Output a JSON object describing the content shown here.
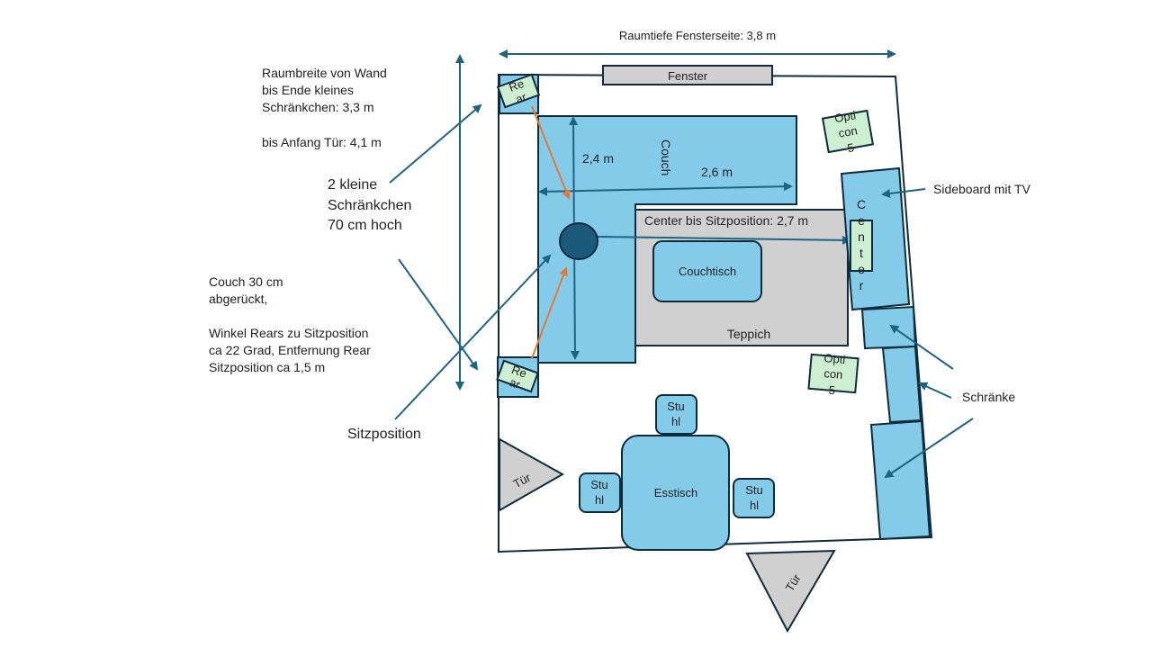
{
  "title": "Raumplan Wohnzimmer mit Lautsprecheraufstellung",
  "colors": {
    "furniture": "#84cbea",
    "speaker": "#cdeed0",
    "rug_window_door": "#d0d0d0",
    "outline": "#0e2c3d",
    "arrow_blue": "#1f6384",
    "arrow_orange": "#e07a3a",
    "seat": "#1c5a7c"
  },
  "dimensions": {
    "room_depth_window_side": "Raumtiefe Fensterseite: 3,8 m",
    "couch_vertical": "2,4 m",
    "couch_horizontal": "2,6 m",
    "center_to_seat": "Center bis Sitzposition: 2,7 m"
  },
  "annotations": {
    "room_width": [
      "Raumbreite von Wand",
      "bis Ende kleines",
      "Schränkchen: 3,3  m",
      "",
      "bis Anfang Tür: 4,1 m"
    ],
    "small_cabinets": [
      "2 kleine",
      "Schränkchen",
      "70 cm hoch"
    ],
    "couch_notes": [
      "Couch 30 cm",
      "abgerückt,",
      "",
      "Winkel Rears zu Sitzposition",
      "ca 22 Grad, Entfernung Rear",
      "Sitzposition ca 1,5 m"
    ],
    "seat_position": "Sitzposition",
    "sideboard": "Sideboard mit TV",
    "cabinets": "Schränke"
  },
  "objects": {
    "window": "Fenster",
    "couch": "Couch",
    "rug": "Teppich",
    "coffee_table": "Couchtisch",
    "dining_table": "Esstisch",
    "chair_lines": [
      "Stu",
      "hl"
    ],
    "door": "Tür",
    "rear_lines": [
      "Re",
      "ar"
    ],
    "opticon_lines": [
      "Opti",
      "con",
      "5"
    ],
    "center_letters": [
      "C",
      "e",
      "n",
      "t",
      "e",
      "r"
    ]
  }
}
